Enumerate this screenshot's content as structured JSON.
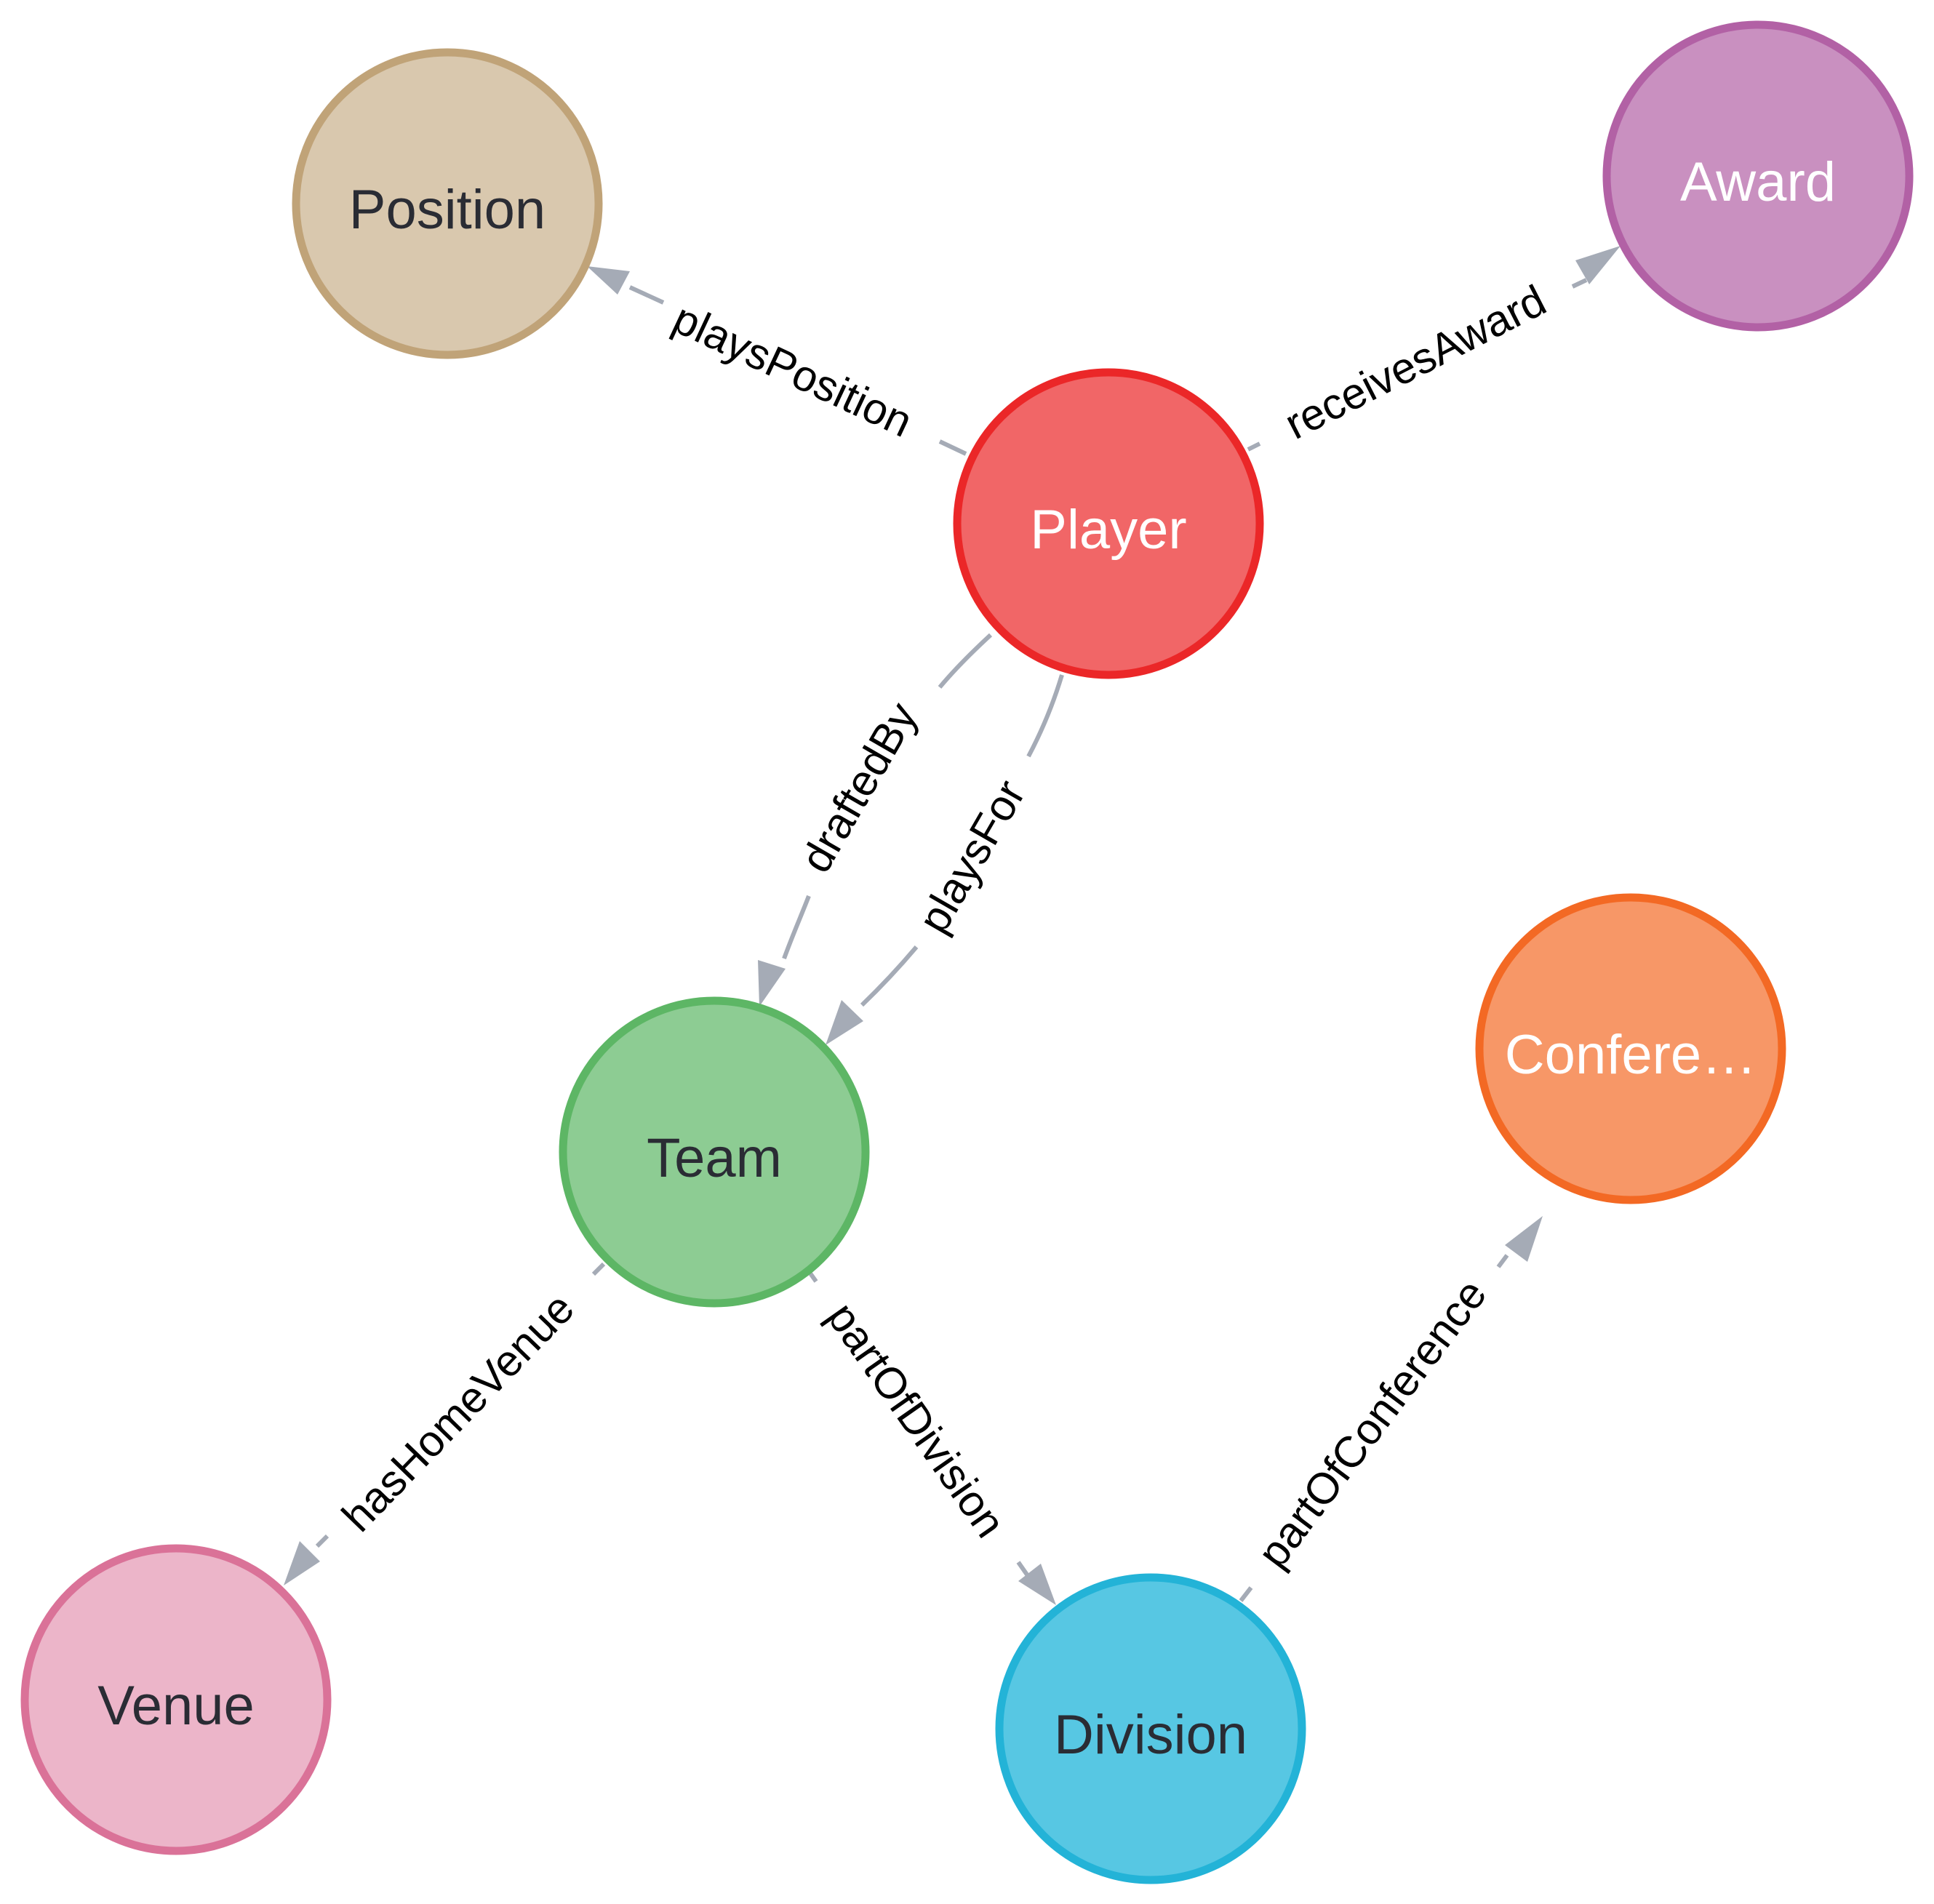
{
  "nodes": [
    {
      "id": "position",
      "label": "Position",
      "fill": "#d9c8ae",
      "stroke": "#c0a378",
      "text": "#2a2c34"
    },
    {
      "id": "award",
      "label": "Award",
      "fill": "#c990c0",
      "stroke": "#b261a5",
      "text": "#ffffff"
    },
    {
      "id": "player",
      "label": "Player",
      "fill": "#f16667",
      "stroke": "#eb2728",
      "text": "#ffffff"
    },
    {
      "id": "team",
      "label": "Team",
      "fill": "#8dcc93",
      "stroke": "#5db665",
      "text": "#2a2c34"
    },
    {
      "id": "conference",
      "label": "Confere…",
      "fill": "#f79767",
      "stroke": "#f36924",
      "text": "#ffffff"
    },
    {
      "id": "venue",
      "label": "Venue",
      "fill": "#ecb5c9",
      "stroke": "#da7298",
      "text": "#2a2c34"
    },
    {
      "id": "division",
      "label": "Division",
      "fill": "#57c7e3",
      "stroke": "#23b3d7",
      "text": "#2a2c34"
    }
  ],
  "edges": [
    {
      "id": "plays-position",
      "label": "playsPosition",
      "from": "player",
      "to": "position"
    },
    {
      "id": "receives-award",
      "label": "receivesAward",
      "from": "player",
      "to": "award"
    },
    {
      "id": "drafted-by",
      "label": "draftedBy",
      "from": "player",
      "to": "team"
    },
    {
      "id": "plays-for",
      "label": "playsFor",
      "from": "player",
      "to": "team"
    },
    {
      "id": "has-home-venue",
      "label": "hasHomeVenue",
      "from": "team",
      "to": "venue"
    },
    {
      "id": "part-of-division",
      "label": "partOfDivision",
      "from": "team",
      "to": "division"
    },
    {
      "id": "part-of-conference",
      "label": "partOfConference",
      "from": "division",
      "to": "conference"
    }
  ],
  "colors": {
    "edge": "#a5abb6",
    "edge_label": "#000000",
    "background": "#ffffff"
  }
}
